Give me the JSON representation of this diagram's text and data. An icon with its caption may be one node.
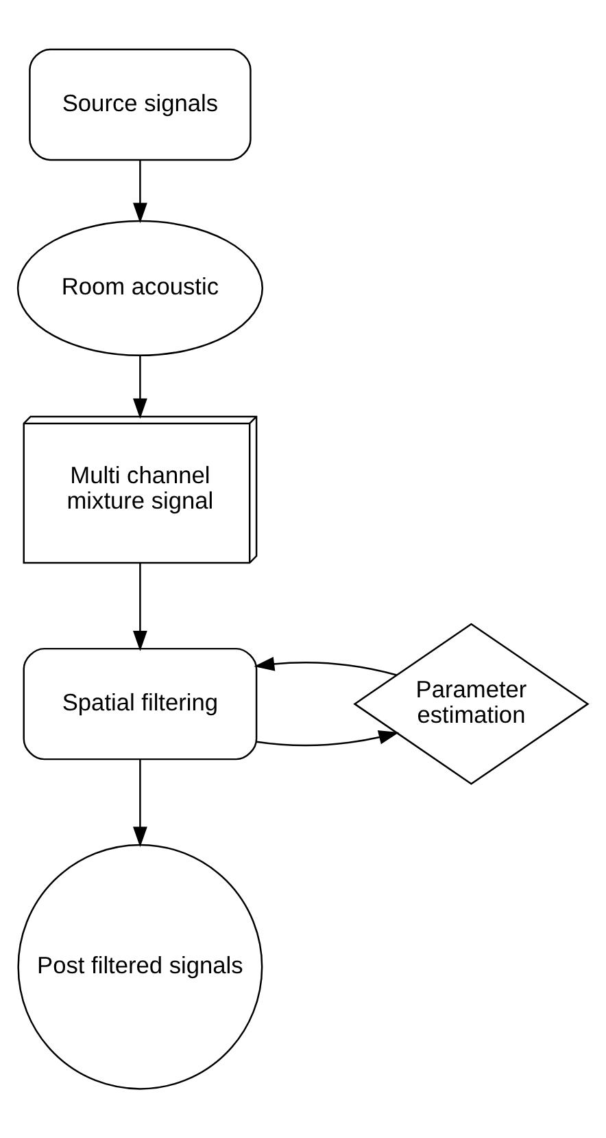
{
  "diagram": {
    "nodes": [
      {
        "text": [
          "Source signals"
        ]
      },
      {
        "text": [
          "Room acoustic"
        ]
      },
      {
        "text": [
          "Multi channel mixture signal"
        ]
      },
      {
        "text": [
          "Spatial filtering"
        ]
      },
      {
        "text": [
          "Parameter estimation"
        ]
      },
      {
        "text": [
          "Post filtered signals"
        ]
      }
    ],
    "edges": [
      {
        "from": 0,
        "to": 1,
        "arrow": "to"
      },
      {
        "from": 1,
        "to": 2,
        "arrow": "to"
      },
      {
        "from": 2,
        "to": 3,
        "arrow": "to"
      },
      {
        "from": 3,
        "to": 4,
        "arrow": "to"
      },
      {
        "from": 4,
        "to": 3,
        "arrow": "to"
      },
      {
        "from": 3,
        "to": 5,
        "arrow": "to"
      }
    ]
  }
}
